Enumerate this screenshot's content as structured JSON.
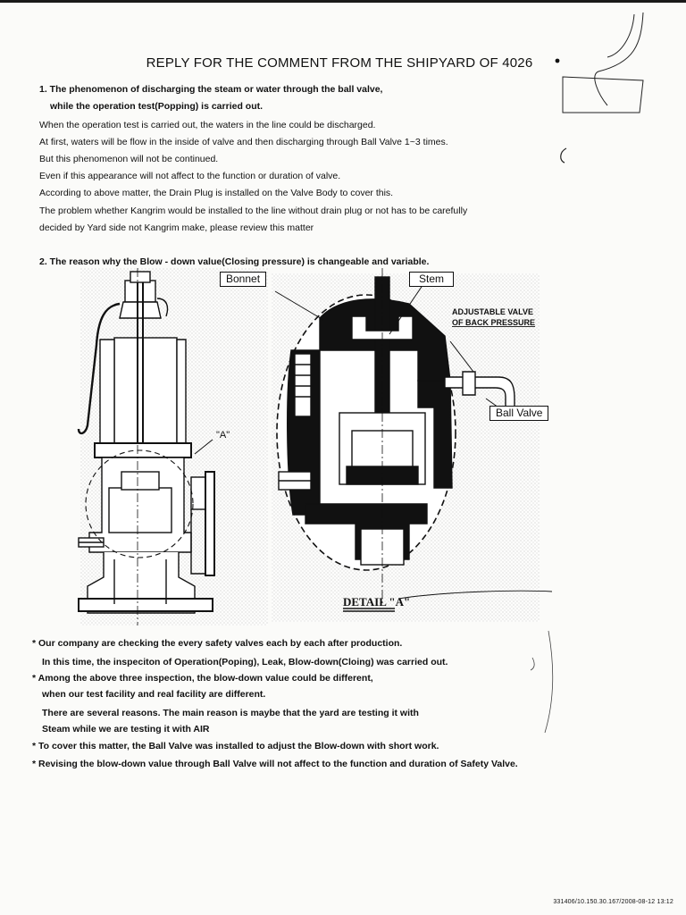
{
  "title": "REPLY FOR THE COMMENT FROM THE SHIPYARD OF 4026",
  "section1": {
    "heading_line1": "1. The phenomenon of discharging the steam or water through the ball valve,",
    "heading_line2": "while the operation test(Popping) is carried out.",
    "lines": [
      "When the operation test is carried out, the waters in the line could be discharged.",
      "At first, waters will be flow in the inside of valve and then discharging through Ball Valve 1~3 times.",
      "But this phenomenon will not be continued.",
      "Even if this appearance will not affect to the function or duration of valve.",
      "According to above matter, the Drain Plug is installed on the Valve Body to cover this.",
      "The problem whether Kangrim would be installed to the line without drain plug or not has to be carefully",
      "decided by Yard side not Kangrim make, please review this matter"
    ]
  },
  "section2": {
    "heading": "2. The reason why the Blow - down value(Closing pressure) is changeable and variable."
  },
  "figure": {
    "labels": {
      "bonnet": "Bonnet",
      "stem": "Stem",
      "ball_valve": "Ball Valve",
      "adjustable_1": "ADJUSTABLE VALVE",
      "adjustable_2": "OF BACK PRESSURE",
      "detail_ref": "\"A\"",
      "detail_title": "DETAIL \"A\""
    }
  },
  "notes": {
    "n1": "* Our company are checking the every safety valves each by each after production.",
    "n1_cont": "In this time, the inspeciton of Operation(Poping), Leak, Blow-down(Cloing) was carried out.",
    "n2": "* Among the above three inspection, the blow-down value could be different,",
    "n2_cont1": "when our test facility and real facility are different.",
    "n2_cont2": "There are several reasons. The main reason is maybe that the yard are testing it with",
    "n2_cont3": "Steam while we are testing it with AIR",
    "n3": "* To cover this matter, the Ball Valve was installed to adjust the Blow-down with short work.",
    "n4": "* Revising the blow-down value through Ball Valve will not affect to the function and duration of Safety Valve."
  },
  "footer": "331406/10.150.30.167/2008-08-12 13:12"
}
